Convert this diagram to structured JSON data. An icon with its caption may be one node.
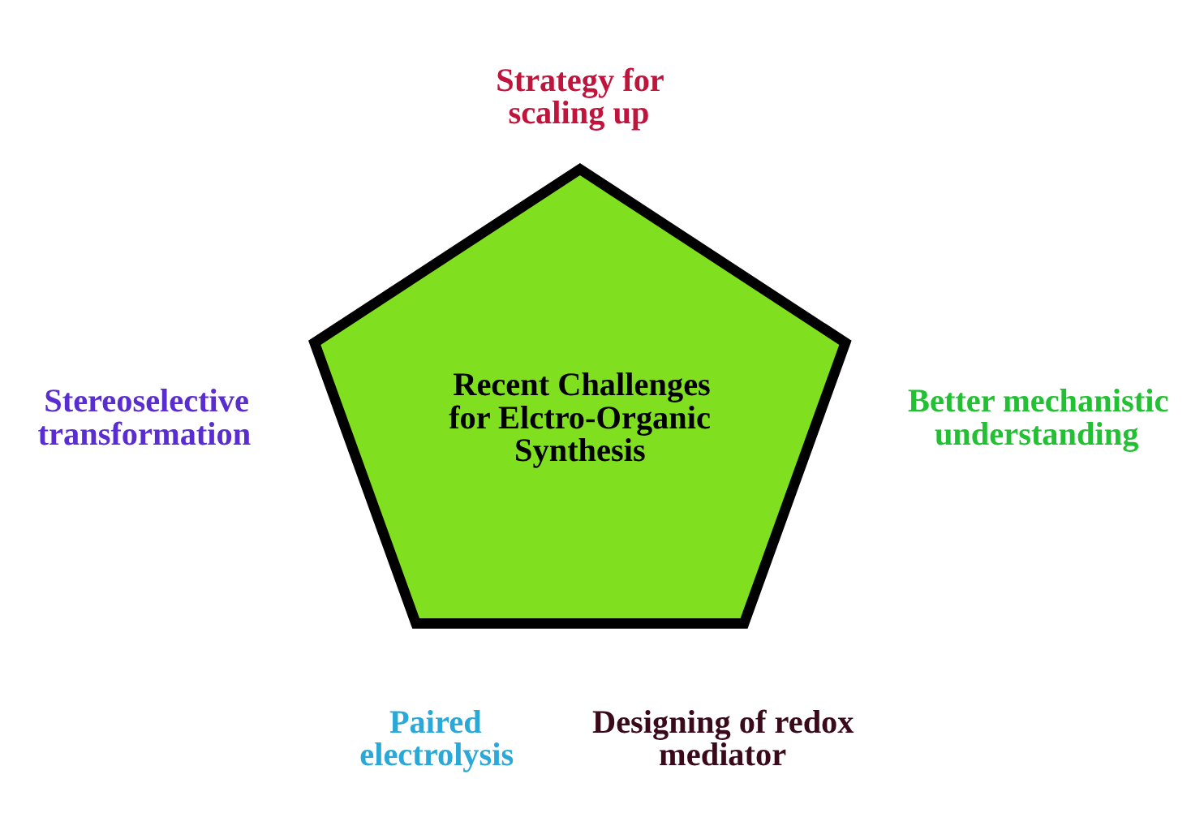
{
  "diagram": {
    "nodes": [
      {
        "text": [
          "Recent Challenges for Elctro-Organic Synthesis"
        ]
      }
    ],
    "edges": [],
    "labels": [
      "Strategy for scaling up",
      "Stereoselective transformation",
      "Better mechanistic understanding",
      "Paired electrolysis",
      "Designing of redox mediator"
    ]
  }
}
